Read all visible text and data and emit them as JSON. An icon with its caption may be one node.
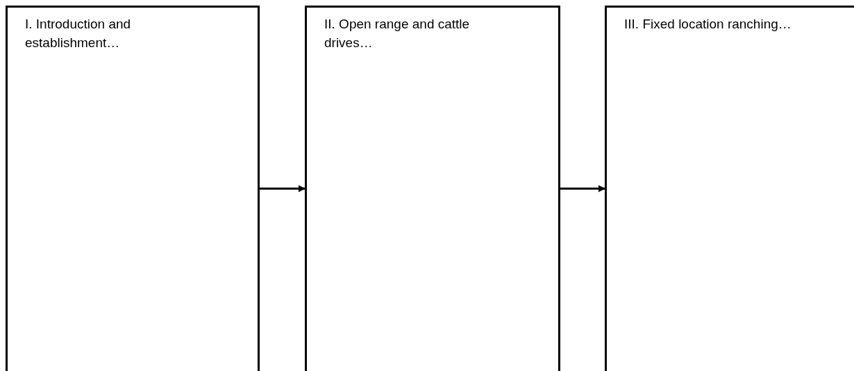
{
  "diagram": {
    "nodes": [
      {
        "text": [
          "I. Introduction and establishment…"
        ]
      },
      {
        "text": [
          "II. Open range and cattle drives…"
        ]
      },
      {
        "text": [
          "III. Fixed location ranching…"
        ]
      }
    ],
    "edges": [
      {
        "from": 0,
        "to": 1,
        "arrow": "to"
      },
      {
        "from": 1,
        "to": 2,
        "arrow": "to"
      }
    ]
  }
}
